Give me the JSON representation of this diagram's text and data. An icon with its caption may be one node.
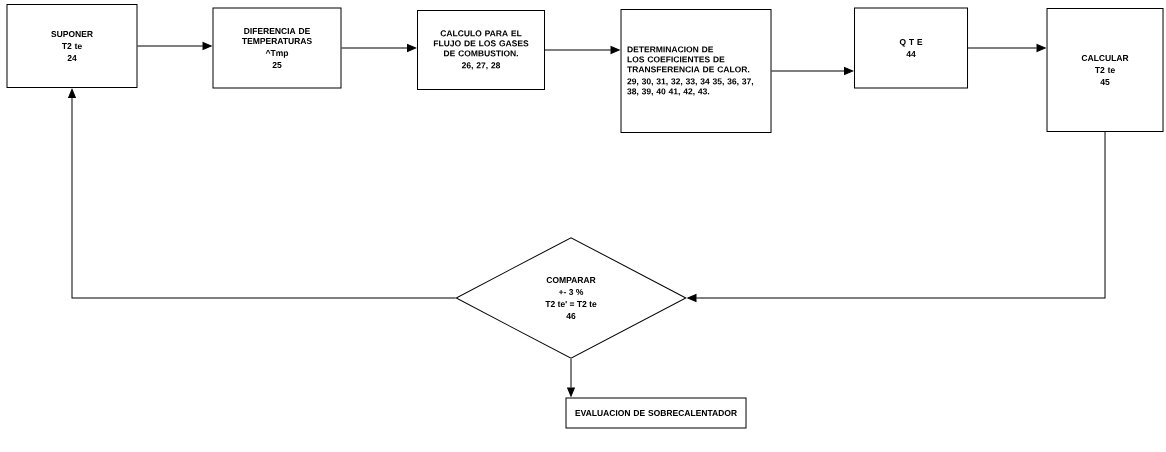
{
  "diagram": {
    "nodes": [
      {
        "text": [
          "SUPONER",
          "T2 te",
          "24"
        ]
      },
      {
        "text": [
          "DIFERENCIA DE TEMPERATURAS",
          "^Tmp",
          "25"
        ]
      },
      {
        "text": [
          "CALCULO PARA EL FLUJO DE LOS GASES DE COMBUSTION.",
          "26, 27, 28"
        ]
      },
      {
        "text": [
          "DETERMINACION DE LOS COEFICIENTES DE TRANSFERENCIA DE CALOR.",
          "29, 30, 31, 32, 33, 34 35, 36, 37, 38, 39, 40 41, 42, 43."
        ]
      },
      {
        "text": [
          "Q T E",
          "44"
        ]
      },
      {
        "text": [
          "CALCULAR",
          "T2 te",
          "45"
        ]
      },
      {
        "text": [
          "COMPARAR",
          "+- 3 %",
          "T2 te' = T2 te",
          "46"
        ]
      },
      {
        "text": [
          "EVALUACION DE SOBRECALENTADOR"
        ]
      }
    ],
    "edges": [
      {
        "from": 0,
        "to": 1,
        "arrow": "to"
      },
      {
        "from": 1,
        "to": 2,
        "arrow": "to"
      },
      {
        "from": 2,
        "to": 3,
        "arrow": "to"
      },
      {
        "from": 3,
        "to": 4,
        "arrow": "to"
      },
      {
        "from": 4,
        "to": 5,
        "arrow": "to"
      },
      {
        "from": 5,
        "to": 6,
        "arrow": "to"
      },
      {
        "from": 6,
        "to": 0,
        "arrow": "to"
      },
      {
        "from": 6,
        "to": 7,
        "arrow": "to"
      }
    ]
  }
}
